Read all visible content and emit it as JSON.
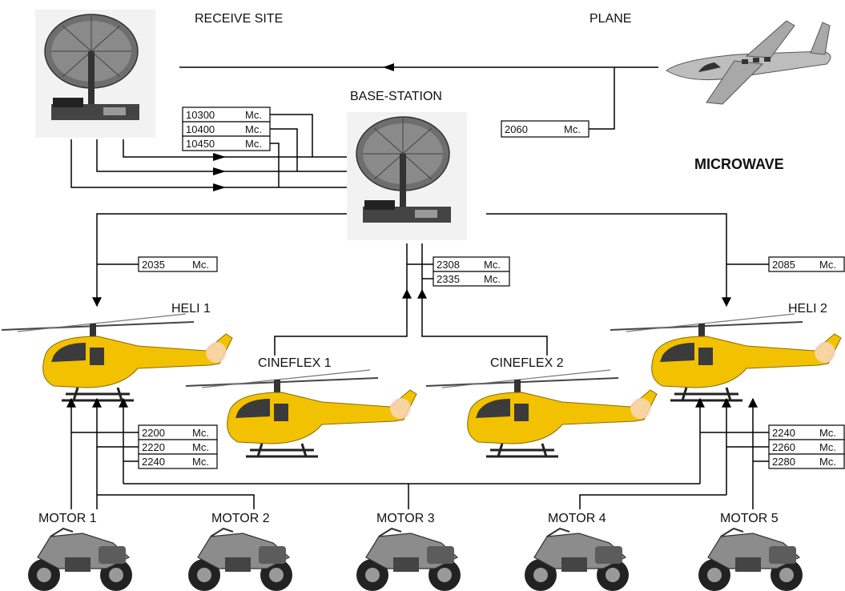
{
  "labels": {
    "receive_site": "RECEIVE SITE",
    "plane": "PLANE",
    "base_station": "BASE-STATION",
    "microwave": "MICROWAVE",
    "heli1": "HELI 1",
    "heli2": "HELI 2",
    "cineflex1": "CINEFLEX 1",
    "cineflex2": "CINEFLEX 2",
    "motor1": "MOTOR 1",
    "motor2": "MOTOR 2",
    "motor3": "MOTOR 3",
    "motor4": "MOTOR 4",
    "motor5": "MOTOR 5"
  },
  "unit": "Mc.",
  "frequencies": {
    "plane": "2060",
    "receive": [
      "10300",
      "10400",
      "10450"
    ],
    "heli1": "2035",
    "cineflex": [
      "2308",
      "2335"
    ],
    "heli2": "2085",
    "motors_left": [
      "2200",
      "2220",
      "2240"
    ],
    "motors_right": [
      "2240",
      "2260",
      "2280"
    ]
  },
  "colors": {
    "helicopter": "#f2c200",
    "dish": "#555555",
    "motorbike": "#777777",
    "plane": "#9a9a9a"
  }
}
